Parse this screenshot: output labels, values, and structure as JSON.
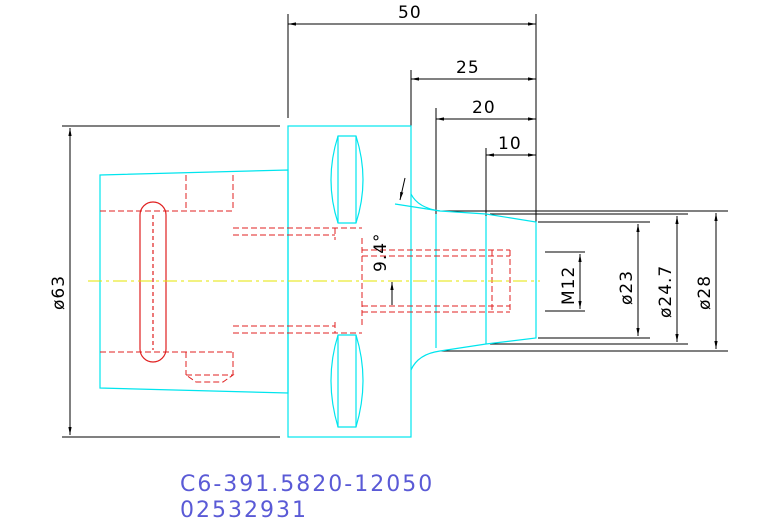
{
  "dimensions": {
    "length_50": "50",
    "length_25": "25",
    "length_20": "20",
    "length_10": "10",
    "diameter_63": "ø63",
    "angle": "9.4°",
    "thread": "M12",
    "diameter_23": "ø23",
    "diameter_24_7": "ø24.7",
    "diameter_28": "ø28"
  },
  "labels": {
    "part_number": "C6-391.5820-12050",
    "serial_number": "02532931"
  },
  "colors": {
    "outline": "#00e5ee",
    "hidden": "#e02020",
    "centerline": "#e6e600",
    "dimension": "#000000",
    "label": "#5a5ad6"
  }
}
